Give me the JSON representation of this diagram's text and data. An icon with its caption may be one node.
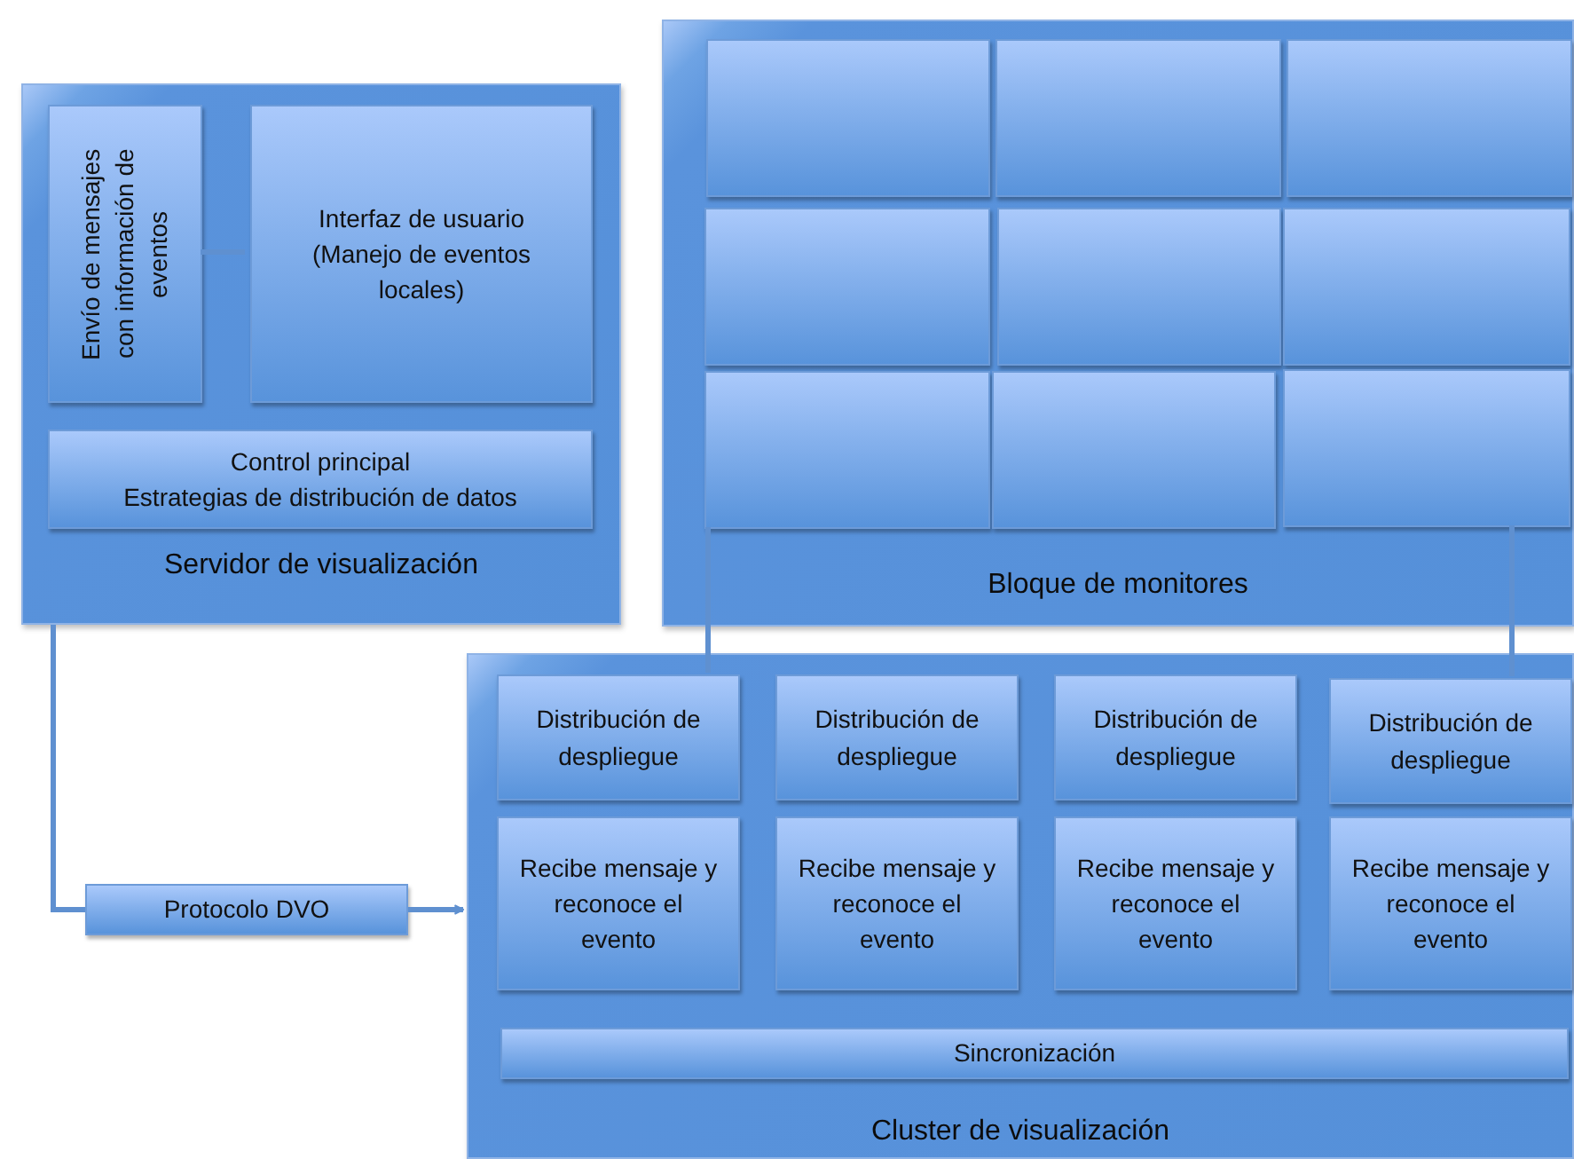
{
  "diagram": {
    "nodes": [
      {
        "text": [
          "Servidor de visualización"
        ]
      },
      {
        "text": [
          "Envío de mensajes con información de eventos"
        ],
        "in": 0
      },
      {
        "text": [
          "Interfaz de usuario (Manejo de eventos locales)"
        ],
        "in": 0
      },
      {
        "text": [
          "Control principal",
          "Estrategias de distribución de datos"
        ],
        "in": 0
      },
      {
        "text": [
          "Bloque de monitores"
        ]
      },
      {
        "text": [],
        "shape": "box",
        "in": 4
      },
      {
        "text": [],
        "shape": "box",
        "in": 4
      },
      {
        "text": [],
        "shape": "box",
        "in": 4
      },
      {
        "text": [],
        "shape": "box",
        "in": 4
      },
      {
        "text": [],
        "shape": "box",
        "in": 4
      },
      {
        "text": [],
        "shape": "box",
        "in": 4
      },
      {
        "text": [],
        "shape": "box",
        "in": 4
      },
      {
        "text": [],
        "shape": "box",
        "in": 4
      },
      {
        "text": [],
        "shape": "box",
        "in": 4
      },
      {
        "text": [
          "Protocolo DVO"
        ]
      },
      {
        "text": [
          "Cluster de visualización"
        ]
      },
      {
        "text": [
          "Distribución de despliegue"
        ],
        "in": 15
      },
      {
        "text": [
          "Distribución de despliegue"
        ],
        "in": 15
      },
      {
        "text": [
          "Distribución de despliegue"
        ],
        "in": 15
      },
      {
        "text": [
          "Distribución de despliegue"
        ],
        "in": 15
      },
      {
        "text": [
          "Recibe mensaje y reconoce el evento"
        ],
        "in": 15
      },
      {
        "text": [
          "Recibe mensaje y reconoce el evento"
        ],
        "in": 15
      },
      {
        "text": [
          "Recibe mensaje y reconoce el evento"
        ],
        "in": 15
      },
      {
        "text": [
          "Recibe mensaje y reconoce el evento"
        ],
        "in": 15
      },
      {
        "text": [
          "Sincronización"
        ],
        "in": 15
      }
    ],
    "edges": [
      {
        "from": 1,
        "to": 2,
        "arrow": "none"
      },
      {
        "from": 0,
        "to": 14,
        "arrow": "none"
      },
      {
        "from": 14,
        "to": 15,
        "arrow": "to"
      },
      {
        "from": 11,
        "to": 16,
        "arrow": "none"
      },
      {
        "from": 13,
        "to": 19,
        "arrow": "none"
      }
    ]
  }
}
